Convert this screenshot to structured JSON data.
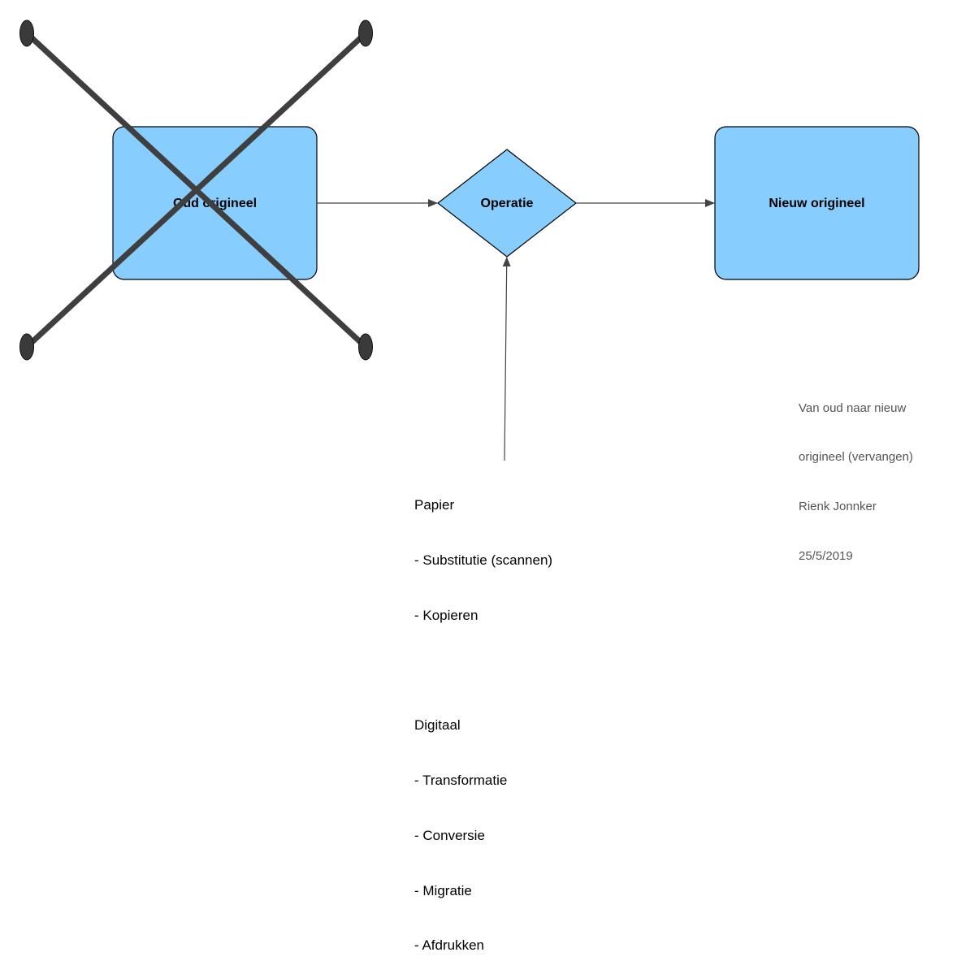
{
  "colors": {
    "node_fill": "#87cdfe",
    "node_stroke": "#000000",
    "connector": "#444444",
    "cross_mark": "#333333",
    "credit_text": "#555555"
  },
  "nodes": {
    "old_original": "Oud origineel",
    "operation": "Operatie",
    "new_original": "Nieuw origineel"
  },
  "operations_note": {
    "paper_heading": "Papier",
    "paper_items": [
      "- Substitutie (scannen)",
      "- Kopieren"
    ],
    "digital_heading": "Digitaal",
    "digital_items": [
      "- Transformatie",
      "- Conversie",
      "- Migratie",
      "- Afdrukken"
    ]
  },
  "credit": {
    "lines": [
      "Van oud naar nieuw",
      "origineel (vervangen)",
      "Rienk Jonnker",
      "25/5/2019"
    ]
  }
}
